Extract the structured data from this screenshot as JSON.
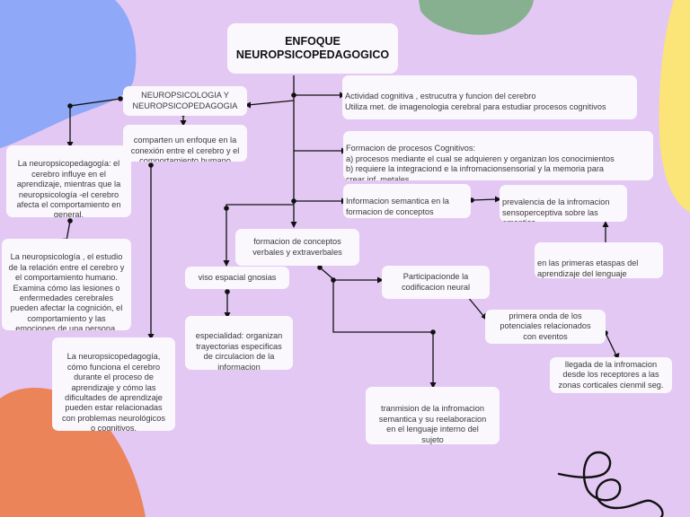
{
  "title": "ENFOQUE\nNEUROPSICOPEDAGOGICO",
  "nodes": {
    "neuro": "NEUROPSICOLOGIA Y\nNEUROPSICOPEDAGOGIA",
    "comparten": "comparten un enfoque en la\nconexión entre el cerebro y el\ncomportamiento humano",
    "np_def": "La neuropsicopedagogía: el\ncerebro influye en el\naprendizaje, mientras que la\nneuropsicología -el cerebro\nafecta el comportamiento en\ngeneral.",
    "nps_def": "La neuropsicología , el estudio\nde la relación entre el cerebro y\nel comportamiento humano.\nExamina cómo las lesiones o\nenfermedades cerebrales\npueden afectar la cognición, el\ncomportamiento y las\nemociones de una persona.",
    "npp_def": "La neuropsicopedagogía,\ncómo funciona el cerebro\ndurante el proceso de\naprendizaje y cómo las\ndificultades de aprendizaje\npueden estar relacionadas\ncon problemas neurológicos\no cognitivos.",
    "actividad": "Actividad cognitiva , estrucutra y funcion del cerebro\nUtiliza met. de imagenologia  cerebral para estudiar procesos cognitivos",
    "formacion_procesos": "Formacion de procesos Cognitivos:\na) procesos mediante el cual se adquieren y organizan los conocimientos\nb) requiere la integraciond e la infromacionsensorial y la memoria  para\ncrear inf. metales",
    "info_semantica": "Informacion semantica en la\nformacion de conceptos",
    "prevalencia": "prevalencia de la infromacion\nsensoperceptiva sobre las\nemantica",
    "primeras_etapas": "en las primeras etaspas del\naprendizaje del lenguaje",
    "formacion_conceptos": "formacion de conceptos\nverbales y extraverbales",
    "viso": "viso espacial gnosias",
    "especialidad": "especialidad: organizan\ntrayectorias especificas\nde circulacion de la\ninformacion",
    "participacion": "Participacionde la\ncodificacion neural",
    "primera_onda": "primera onda de los\npotenciales relacionados\ncon eventos",
    "llegada": "llegada de la infromacion\ndesde los receptores a las\nzonas corticales  cienmil seg.",
    "transmision": "tranmision de la infromacion\nsemantica y su reelaboracion\nen el lenguaje interno del\nsujeto"
  },
  "colors": {
    "background": "#e3c8f4",
    "blob_blue": "#8fa8f7",
    "blob_green": "#86b08f",
    "blob_yellow": "#fbe478",
    "blob_orange": "#ec845a",
    "node_fill": "#fbf8fd",
    "line": "#111111"
  }
}
